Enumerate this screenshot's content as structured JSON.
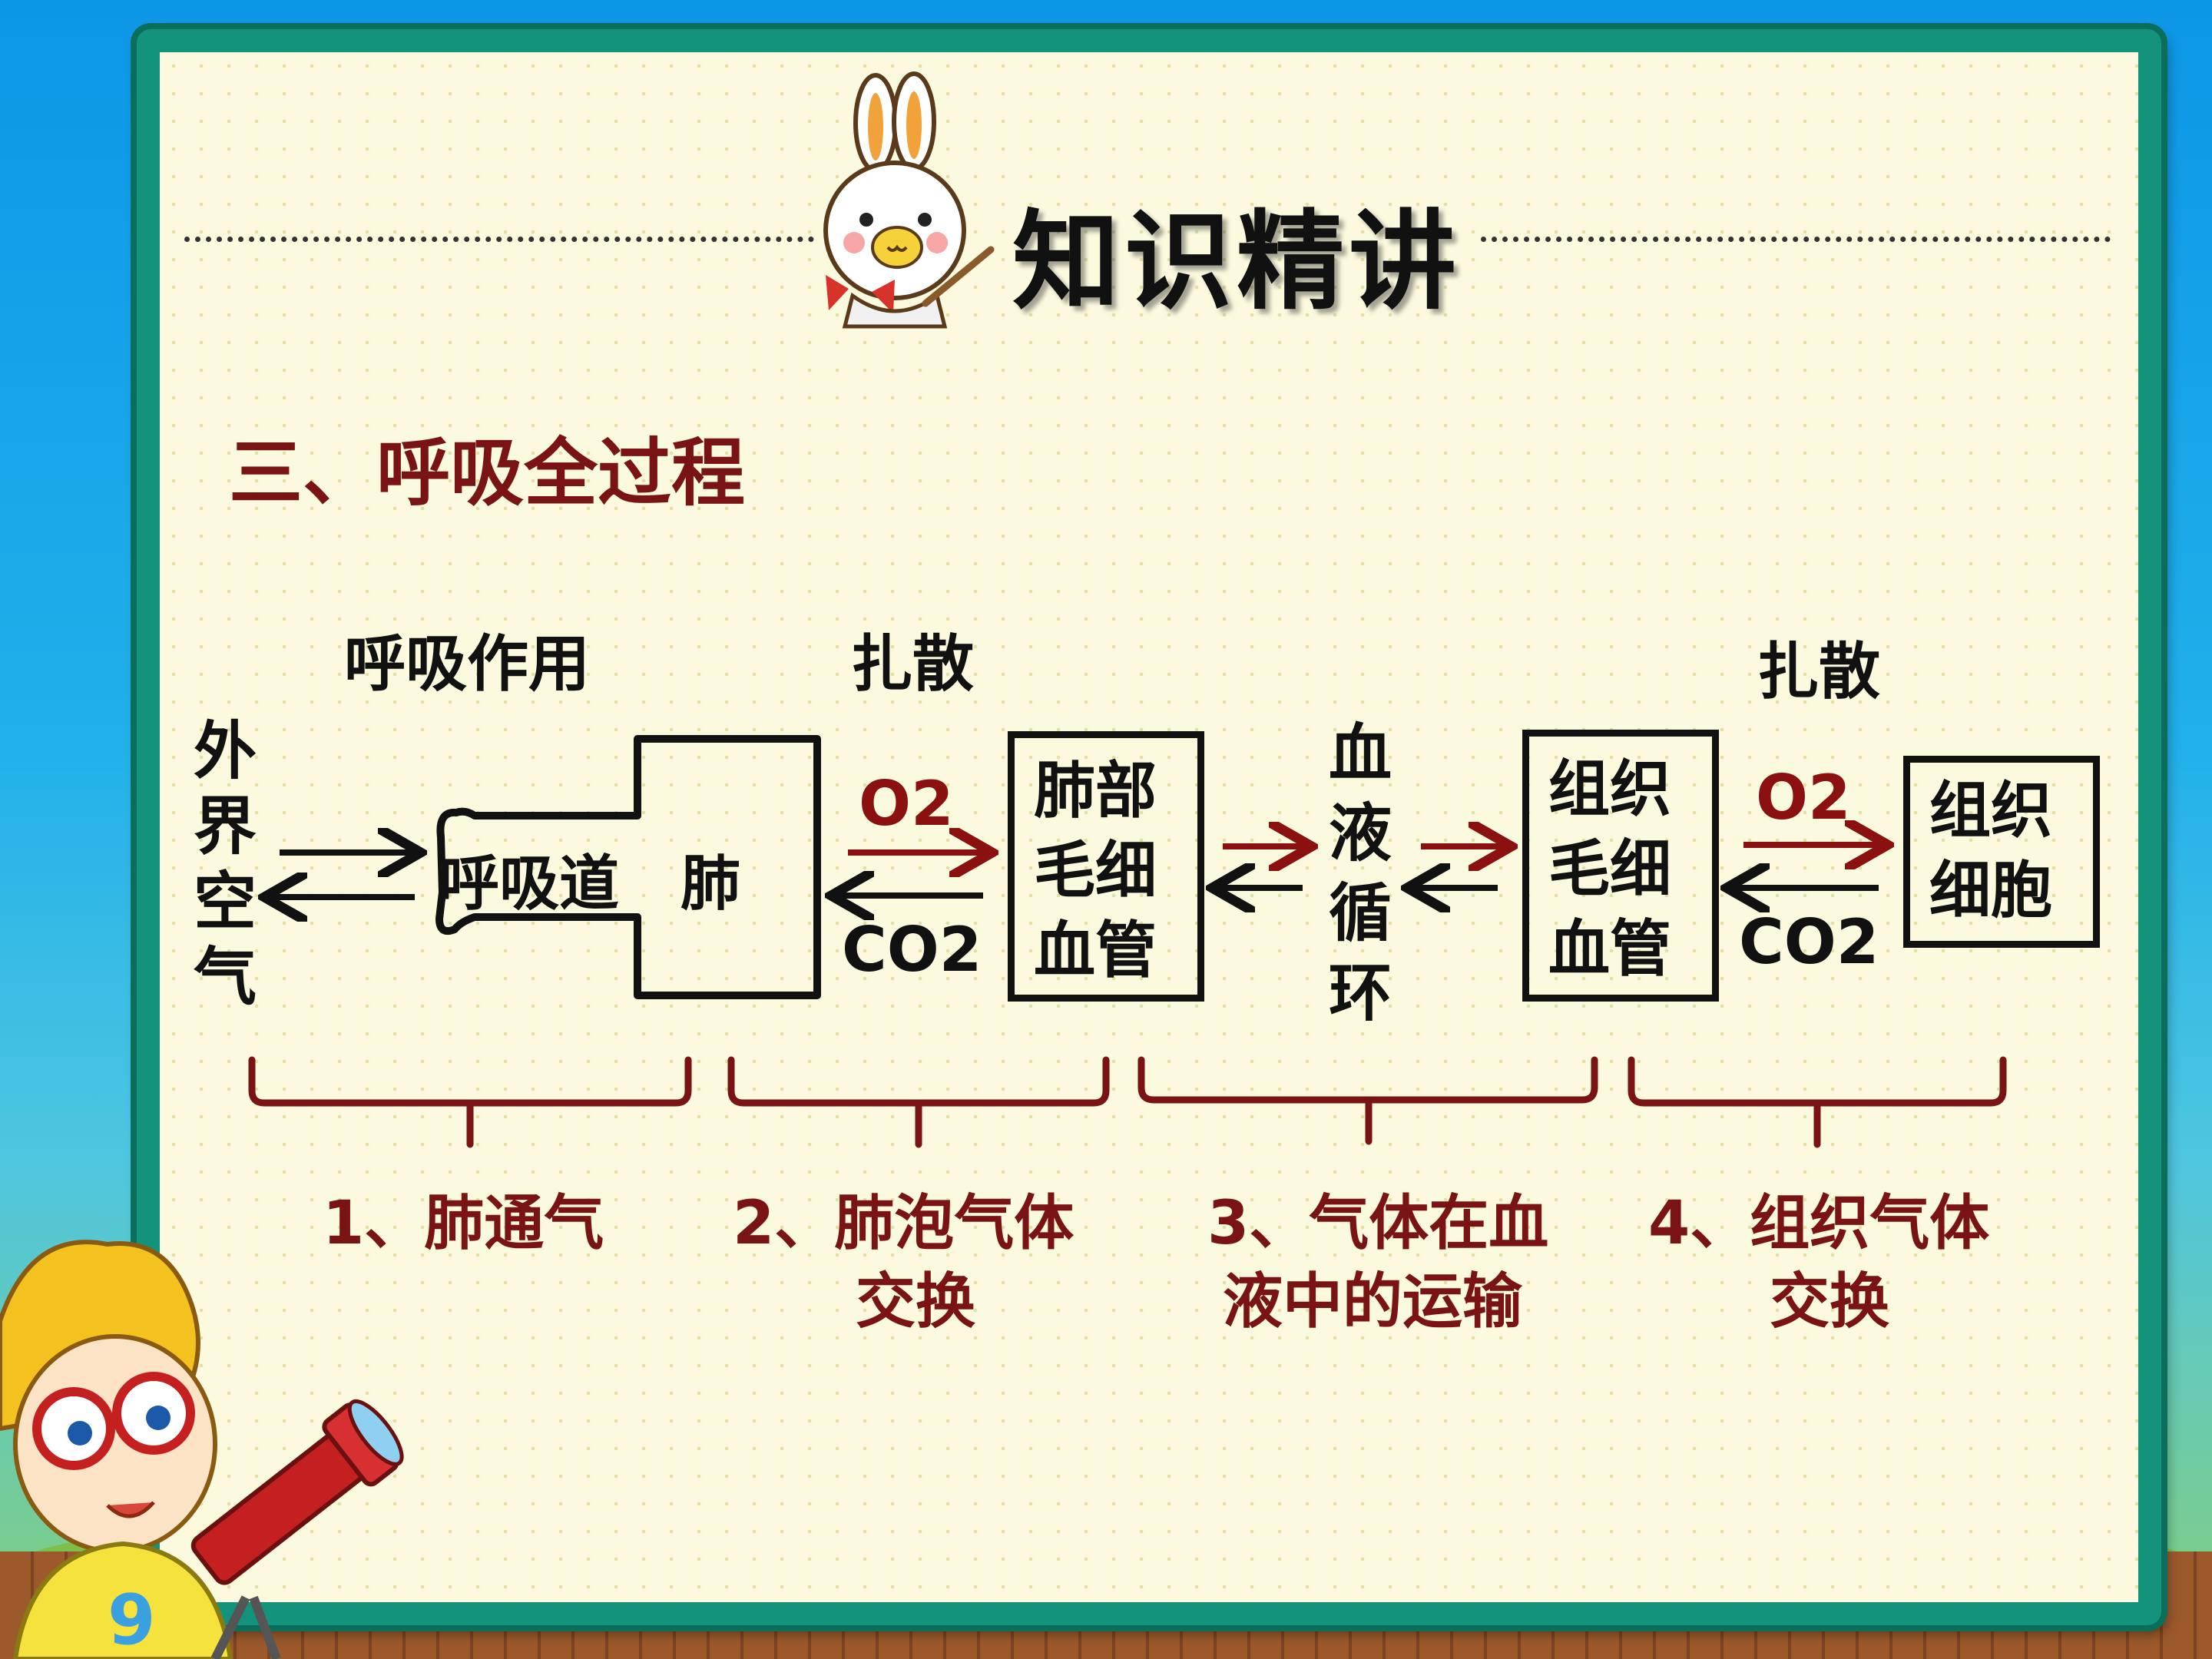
{
  "slide": {
    "heading": "知识精讲",
    "section_title": "三、呼吸全过程"
  },
  "diagram": {
    "top_labels": {
      "respiration": "呼吸作用",
      "diffusion_left": "扎散",
      "diffusion_right": "扎散"
    },
    "nodes": {
      "outside_air": [
        "外",
        "界",
        "空",
        "气"
      ],
      "airway": "呼吸道",
      "lung": "肺",
      "lung_capillary": [
        "肺部",
        "毛细",
        "血管"
      ],
      "blood_circulation": [
        "血",
        "液",
        "循",
        "环"
      ],
      "tissue_capillary": [
        "组织",
        "毛细",
        "血管"
      ],
      "tissue_cell": [
        "组织",
        "细胞"
      ]
    },
    "gases": {
      "o2_left": "O2",
      "co2_left": "CO2",
      "o2_right": "O2",
      "co2_right": "CO2"
    },
    "stages": [
      {
        "line1": "1、肺通气",
        "line2": ""
      },
      {
        "line1": "2、肺泡气体",
        "line2": "交换"
      },
      {
        "line1": "3、气体在血",
        "line2": "液中的运输"
      },
      {
        "line1": "4、组织气体",
        "line2": "交换"
      }
    ],
    "colors": {
      "accent_red": "#8b1010",
      "board_green": "#13937c",
      "ink": "#111111"
    }
  }
}
